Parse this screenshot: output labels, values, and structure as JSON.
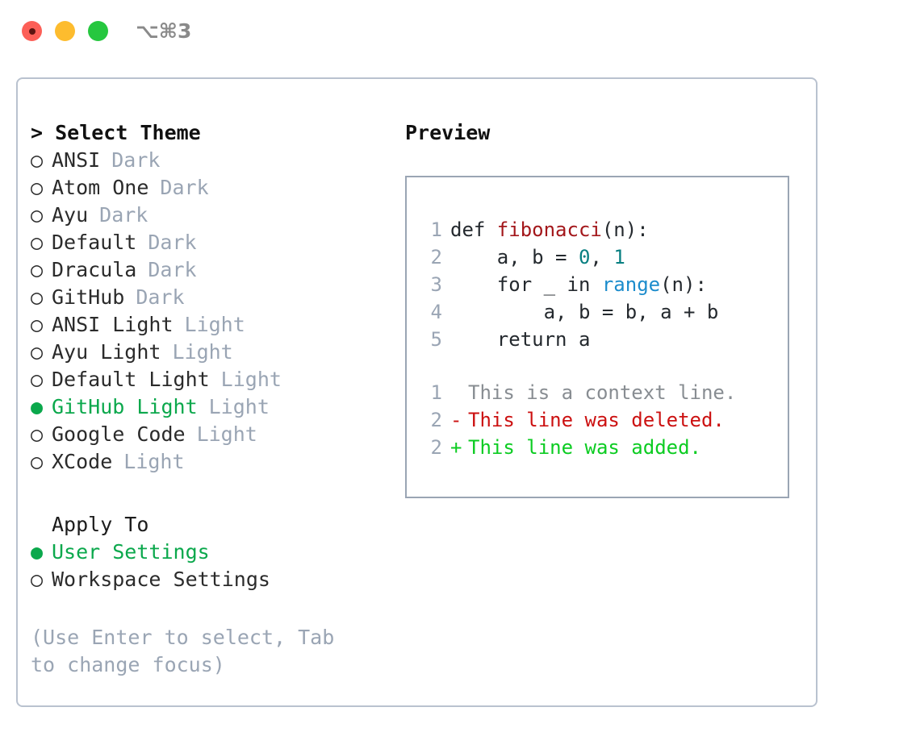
{
  "window": {
    "shortcut": "⌥⌘3",
    "traffic_lights": [
      {
        "name": "close",
        "color": "#fc5f57"
      },
      {
        "name": "minimize",
        "color": "#fdbc2e"
      },
      {
        "name": "maximize",
        "color": "#26c73f"
      }
    ]
  },
  "theme_selector": {
    "header": "> Select Theme",
    "selected_bullet": "●",
    "unselected_bullet": "○",
    "items": [
      {
        "name": "ANSI",
        "variant": "Dark",
        "selected": false
      },
      {
        "name": "Atom One",
        "variant": "Dark",
        "selected": false
      },
      {
        "name": "Ayu",
        "variant": "Dark",
        "selected": false
      },
      {
        "name": "Default",
        "variant": "Dark",
        "selected": false
      },
      {
        "name": "Dracula",
        "variant": "Dark",
        "selected": false
      },
      {
        "name": "GitHub",
        "variant": "Dark",
        "selected": false
      },
      {
        "name": "ANSI Light",
        "variant": "Light",
        "selected": false
      },
      {
        "name": "Ayu Light",
        "variant": "Light",
        "selected": false
      },
      {
        "name": "Default Light",
        "variant": "Light",
        "selected": false
      },
      {
        "name": "GitHub Light",
        "variant": "Light",
        "selected": true
      },
      {
        "name": "Google Code",
        "variant": "Light",
        "selected": false
      },
      {
        "name": "XCode",
        "variant": "Light",
        "selected": false
      }
    ]
  },
  "apply_to": {
    "label": "Apply To",
    "options": [
      {
        "name": "User Settings",
        "selected": true
      },
      {
        "name": "Workspace Settings",
        "selected": false
      }
    ]
  },
  "hint": "(Use Enter to select, Tab to change focus)",
  "preview": {
    "header": "Preview",
    "code_lines": [
      {
        "number": "1",
        "tokens": [
          {
            "text": "def ",
            "type": "plain"
          },
          {
            "text": "fibonacci",
            "type": "func"
          },
          {
            "text": "(n):",
            "type": "plain"
          }
        ]
      },
      {
        "number": "2",
        "tokens": [
          {
            "text": "    a, b = ",
            "type": "plain"
          },
          {
            "text": "0",
            "type": "number"
          },
          {
            "text": ", ",
            "type": "plain"
          },
          {
            "text": "1",
            "type": "number"
          }
        ]
      },
      {
        "number": "3",
        "tokens": [
          {
            "text": "    for _ in ",
            "type": "plain"
          },
          {
            "text": "range",
            "type": "builtin"
          },
          {
            "text": "(n):",
            "type": "plain"
          }
        ]
      },
      {
        "number": "4",
        "tokens": [
          {
            "text": "        a, b = b, a + b",
            "type": "plain"
          }
        ]
      },
      {
        "number": "5",
        "tokens": [
          {
            "text": "    return a",
            "type": "plain"
          }
        ]
      }
    ],
    "diff_lines": [
      {
        "number": "1",
        "marker": " ",
        "text": "This is a context line.",
        "kind": "context"
      },
      {
        "number": "2",
        "marker": "-",
        "text": "This line was deleted.",
        "kind": "del"
      },
      {
        "number": "2",
        "marker": "+",
        "text": "This line was added.",
        "kind": "add"
      }
    ]
  },
  "colors": {
    "selected_green": "#0ba84c",
    "muted_gray": "#9aa5b4",
    "panel_border": "#b9c2cf",
    "preview_border": "#9aa5b4",
    "diff_add": "#0ccc22",
    "diff_del": "#cc1111",
    "token_func": "#a3171b",
    "token_number": "#087f81",
    "token_builtin": "#1c8ccc"
  }
}
